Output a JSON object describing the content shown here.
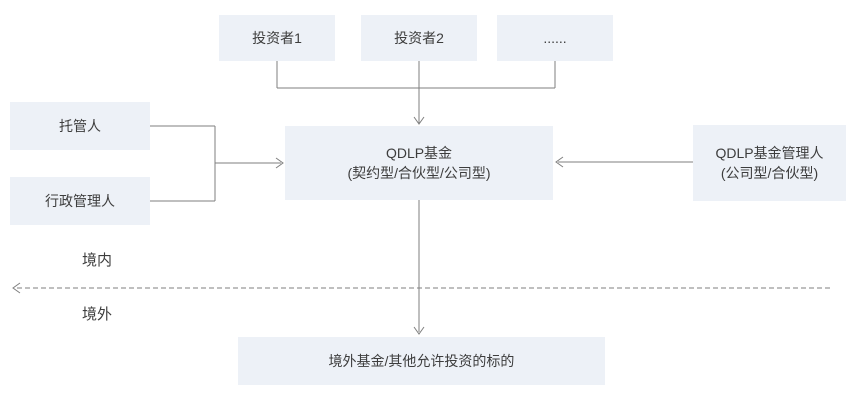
{
  "diagram": {
    "nodes": {
      "investor1": {
        "label": "投资者1"
      },
      "investor2": {
        "label": "投资者2"
      },
      "investor_more": {
        "label": "......"
      },
      "custodian": {
        "label": "托管人"
      },
      "administrator": {
        "label": "行政管理人"
      },
      "qdlp_fund": {
        "line1": "QDLP基金",
        "line2": "(契约型/合伙型/公司型)"
      },
      "qdlp_manager": {
        "line1": "QDLP基金管理人",
        "line2": "(公司型/合伙型)"
      },
      "offshore_target": {
        "label": "境外基金/其他允许投资的标的"
      }
    },
    "region_labels": {
      "domestic": "境内",
      "overseas": "境外"
    },
    "colors": {
      "box_fill": "#edf1f7",
      "connector_line": "#7f7f7f",
      "text": "#3d3d3d",
      "background": "#ffffff"
    }
  }
}
